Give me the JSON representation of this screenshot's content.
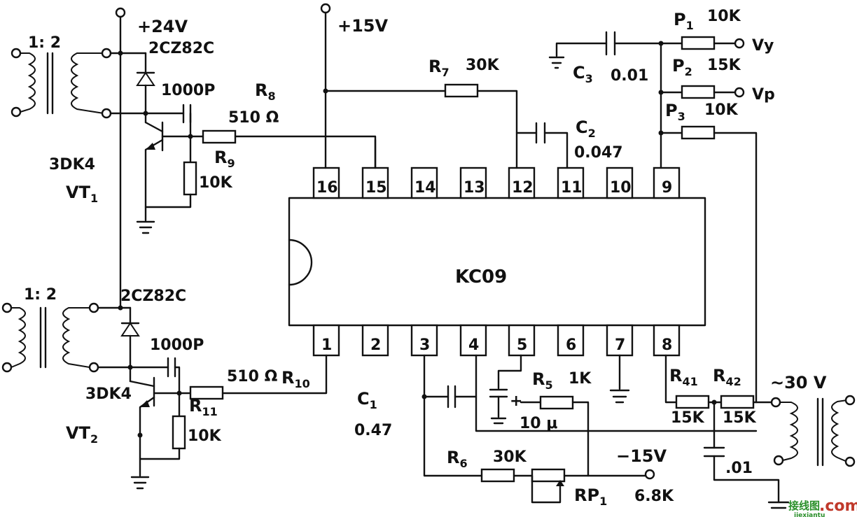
{
  "ic": {
    "name": "KC09",
    "top_pins": [
      "16",
      "15",
      "14",
      "13",
      "12",
      "11",
      "10",
      "9"
    ],
    "bottom_pins": [
      "1",
      "2",
      "3",
      "4",
      "5",
      "6",
      "7",
      "8"
    ]
  },
  "supplies": {
    "v24": "+24V",
    "v15": "+15V",
    "vneg15": "−15V",
    "ac30": "~30 V"
  },
  "upper_stage": {
    "ratio": "1: 2",
    "diode": "2CZ82C",
    "cap": "1000P",
    "r8": {
      "main": "R",
      "sub": "8"
    },
    "r8_val": "510 Ω",
    "r9": {
      "main": "R",
      "sub": "9"
    },
    "r9_val": "10K",
    "transistor": "3DK4",
    "vt": {
      "main": "VT",
      "sub": "1"
    }
  },
  "lower_stage": {
    "ratio": "1: 2",
    "diode": "2CZ82C",
    "cap": "1000P",
    "r10_val": "510 Ω",
    "r10": {
      "main": "R",
      "sub": "10"
    },
    "r11": {
      "main": "R",
      "sub": "11"
    },
    "r11_val": "10K",
    "transistor": "3DK4",
    "vt": {
      "main": "VT",
      "sub": "2"
    }
  },
  "components": {
    "r7": {
      "main": "R",
      "sub": "7",
      "val": "30K"
    },
    "c2": {
      "main": "C",
      "sub": "2",
      "val": "0.047"
    },
    "c3": {
      "main": "C",
      "sub": "3",
      "val": "0.01"
    },
    "p1": {
      "main": "P",
      "sub": "1",
      "val": "10K",
      "out": "Vy"
    },
    "p2": {
      "main": "P",
      "sub": "2",
      "val": "15K",
      "out": "Vp"
    },
    "p3": {
      "main": "P",
      "sub": "3",
      "val": "10K"
    },
    "c1": {
      "main": "C",
      "sub": "1",
      "val": "0.47"
    },
    "r5": {
      "main": "R",
      "sub": "5",
      "val": "1K"
    },
    "cap10u": "10 μ",
    "r6": {
      "main": "R",
      "sub": "6",
      "val": "30K"
    },
    "rp1": {
      "main": "RP",
      "sub": "1",
      "val": "6.8K"
    },
    "r41": {
      "main": "R",
      "sub": "41",
      "val": "15K"
    },
    "r42": {
      "main": "R",
      "sub": "42",
      "val": "15K"
    },
    "c01": ".01"
  },
  "watermark": {
    "brand": "接线图",
    "tld": ".com",
    "url": "jiexiantu"
  }
}
